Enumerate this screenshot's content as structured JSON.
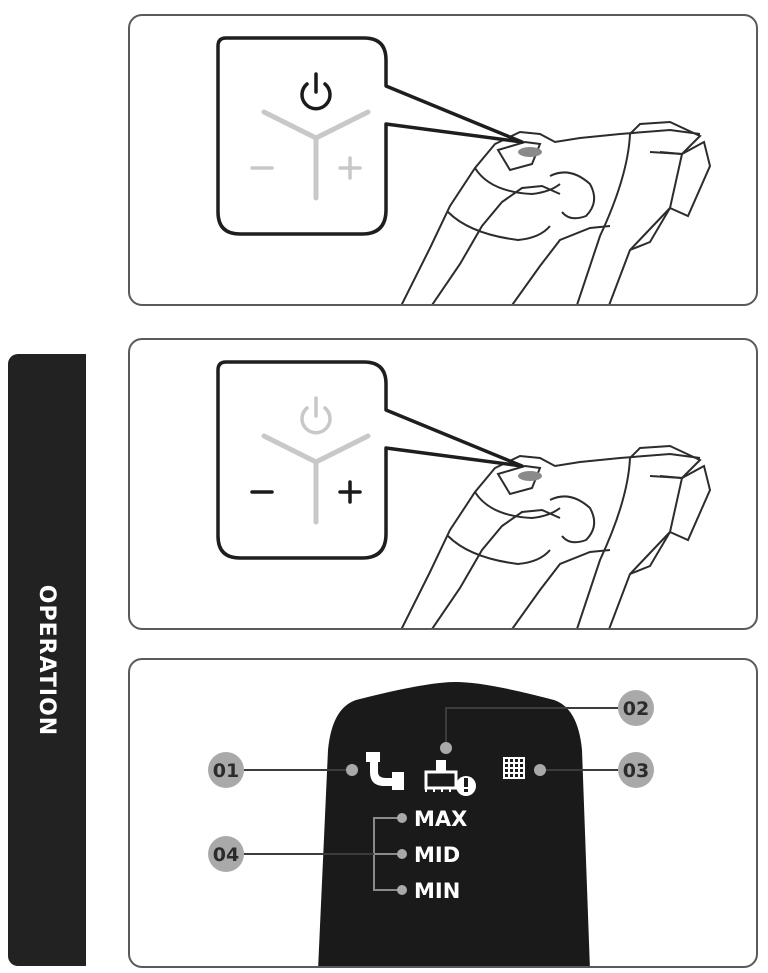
{
  "side_tab": {
    "label": "OPERATION"
  },
  "panel1": {
    "state": "power-highlighted"
  },
  "panel2": {
    "state": "plus-minus-highlighted"
  },
  "panel3": {
    "callouts": {
      "c01": "01",
      "c02": "02",
      "c03": "03",
      "c04": "04"
    },
    "modes": [
      "MAX",
      "MID",
      "MIN"
    ]
  },
  "colors": {
    "dark": "#1a1a1a",
    "callout_circle": "#a9a9a9",
    "dim_symbol": "#c8c8c8",
    "line": "#3c3c3c"
  }
}
